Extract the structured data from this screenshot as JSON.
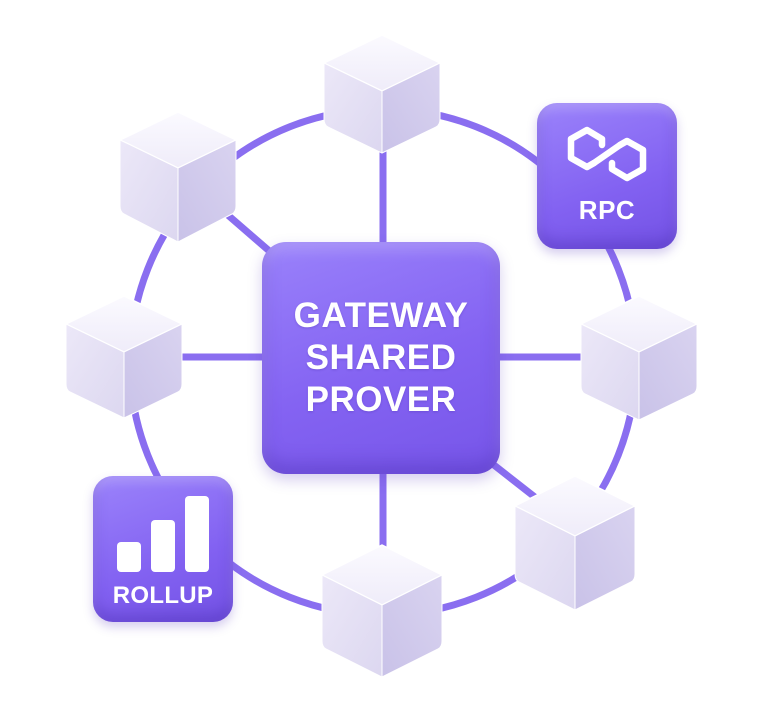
{
  "hub": {
    "lines": [
      "GATEWAY",
      "SHARED",
      "PROVER"
    ]
  },
  "tiles": {
    "rpc": {
      "label": "RPC",
      "icon": "polygon-link-icon"
    },
    "rollup": {
      "label": "ROLLUP",
      "icon": "bar-chart-icon"
    }
  },
  "colors": {
    "accent": "#8463f2",
    "ring": "#8a6ef0",
    "cube_top": "#f4f2fb",
    "cube_left": "#e4e0f3",
    "cube_right": "#d2cced"
  }
}
